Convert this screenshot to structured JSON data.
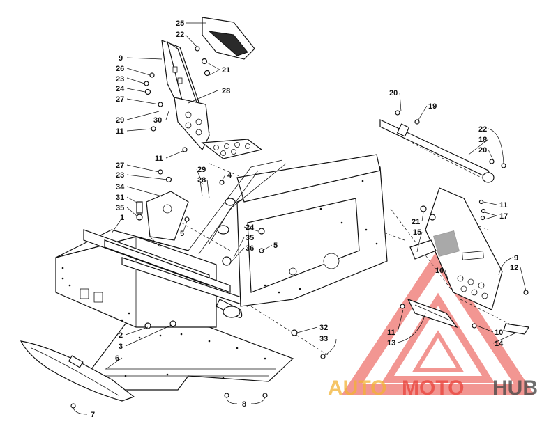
{
  "callouts": [
    {
      "id": "c25",
      "text": "25"
    },
    {
      "id": "c22a",
      "text": "22"
    },
    {
      "id": "c9a",
      "text": "9"
    },
    {
      "id": "c26",
      "text": "26"
    },
    {
      "id": "c21a",
      "text": "21"
    },
    {
      "id": "c23a",
      "text": "23"
    },
    {
      "id": "c24a",
      "text": "24"
    },
    {
      "id": "c28a",
      "text": "28"
    },
    {
      "id": "c27a",
      "text": "27"
    },
    {
      "id": "c29a",
      "text": "29"
    },
    {
      "id": "c30",
      "text": "30"
    },
    {
      "id": "c11a",
      "text": "11"
    },
    {
      "id": "c11b",
      "text": "11"
    },
    {
      "id": "c27b",
      "text": "27"
    },
    {
      "id": "c23b",
      "text": "23"
    },
    {
      "id": "c29b",
      "text": "29"
    },
    {
      "id": "c28b",
      "text": "28"
    },
    {
      "id": "c4",
      "text": "4"
    },
    {
      "id": "c34",
      "text": "34"
    },
    {
      "id": "c31",
      "text": "31"
    },
    {
      "id": "c35a",
      "text": "35"
    },
    {
      "id": "c1",
      "text": "1"
    },
    {
      "id": "c5a",
      "text": "5"
    },
    {
      "id": "c24b",
      "text": "24"
    },
    {
      "id": "c35b",
      "text": "35"
    },
    {
      "id": "c36",
      "text": "36"
    },
    {
      "id": "c5b",
      "text": "5"
    },
    {
      "id": "c20a",
      "text": "20"
    },
    {
      "id": "c19",
      "text": "19"
    },
    {
      "id": "c22b",
      "text": "22"
    },
    {
      "id": "c18",
      "text": "18"
    },
    {
      "id": "c20b",
      "text": "20"
    },
    {
      "id": "c11c",
      "text": "11"
    },
    {
      "id": "c17",
      "text": "17"
    },
    {
      "id": "c21b",
      "text": "21"
    },
    {
      "id": "c15",
      "text": "15"
    },
    {
      "id": "c9b",
      "text": "9"
    },
    {
      "id": "c12",
      "text": "12"
    },
    {
      "id": "c16",
      "text": "16"
    },
    {
      "id": "c11d",
      "text": "11"
    },
    {
      "id": "c13",
      "text": "13"
    },
    {
      "id": "c10",
      "text": "10"
    },
    {
      "id": "c14",
      "text": "14"
    },
    {
      "id": "c2",
      "text": "2"
    },
    {
      "id": "c3",
      "text": "3"
    },
    {
      "id": "c6",
      "text": "6"
    },
    {
      "id": "c32",
      "text": "32"
    },
    {
      "id": "c33",
      "text": "33"
    },
    {
      "id": "c7",
      "text": "7"
    },
    {
      "id": "c8",
      "text": "8"
    }
  ],
  "watermark": {
    "auto": "AUTO",
    "moto": "MOTO",
    "hub": "HUB",
    "colors": {
      "auto": "#f2b233",
      "moto": "#e8413a",
      "hub": "#4a4a4a",
      "triangle": "#e8413a"
    }
  }
}
